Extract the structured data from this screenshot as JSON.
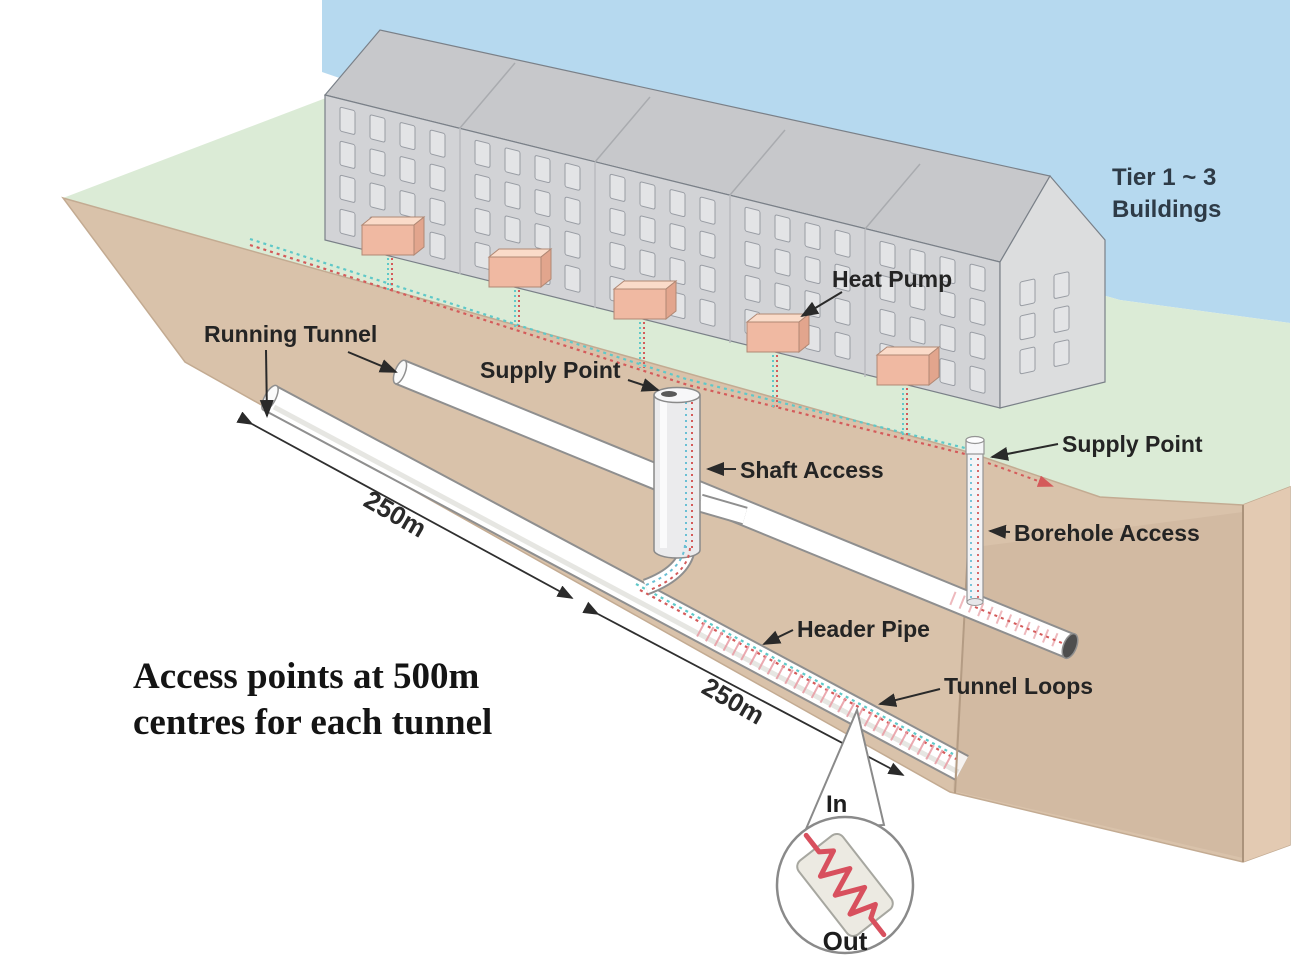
{
  "diagram": {
    "labels": {
      "tier_buildings_line1": "Tier 1 ~ 3",
      "tier_buildings_line2": "Buildings",
      "heat_pump": "Heat Pump",
      "running_tunnel": "Running Tunnel",
      "supply_point_left": "Supply Point",
      "shaft_access": "Shaft Access",
      "supply_point_right": "Supply Point",
      "borehole_access": "Borehole Access",
      "header_pipe": "Header Pipe",
      "tunnel_loops": "Tunnel Loops",
      "loop_in": "In",
      "loop_out": "Out"
    },
    "dimensions": {
      "tunnel_segment_1": "250m",
      "tunnel_segment_2": "250m"
    },
    "caption": {
      "line1": "Access points at 500m",
      "line2": "centres for each tunnel"
    },
    "colors": {
      "sky": "#b6d9ef",
      "grass": "#dbebd6",
      "ground_front": "#d9c2aa",
      "ground_right_face": "#e3cab2",
      "building_wall": "#d2d3d6",
      "building_roof": "#c7c8cb",
      "building_gable": "#dcddde",
      "heat_pump_box": "#f0b9a2",
      "pipe_supply_teal": "#5fc8c8",
      "pipe_return_red": "#d45a5a",
      "tunnel_white": "#ffffff",
      "loop_coil_red": "#d8505e"
    }
  }
}
